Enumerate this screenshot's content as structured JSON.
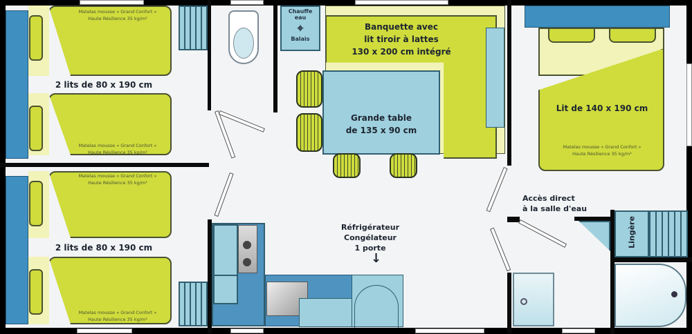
{
  "bedrooms_left": {
    "top_label": "2 lits de 80 x 190 cm",
    "bottom_label": "2 lits de 80 x 190 cm",
    "mattress_line1": "Matelas mousse « Grand Confort »",
    "mattress_line2": "Haute Résilience 35 kg/m²"
  },
  "water_heater": {
    "line1": "Chauffe",
    "line2": "eau",
    "line3": "Balais"
  },
  "banquette": {
    "line1": "Banquette avec",
    "line2": "lit tiroir à lattes",
    "line3": "130 x 200 cm intégré"
  },
  "table": {
    "line1": "Grande table",
    "line2": "de 135 x 90 cm"
  },
  "master_bed": {
    "label": "Lit de 140 x 190 cm",
    "mattress_line1": "Matelas mousse « Grand Confort »",
    "mattress_line2": "Haute Résilience 35 kg/m²"
  },
  "bathroom": {
    "access_line1": "Accès direct",
    "access_line2": "à la salle d'eau",
    "linen": "Lingère"
  },
  "kitchen": {
    "fridge_line1": "Réfrigérateur",
    "fridge_line2": "Congélateur",
    "fridge_line3": "1 porte"
  },
  "colors": {
    "bed": "#cfdc3c",
    "blue": "#3f8fc0",
    "light_blue": "#9fd0de",
    "floor": "#f3f4f6"
  }
}
